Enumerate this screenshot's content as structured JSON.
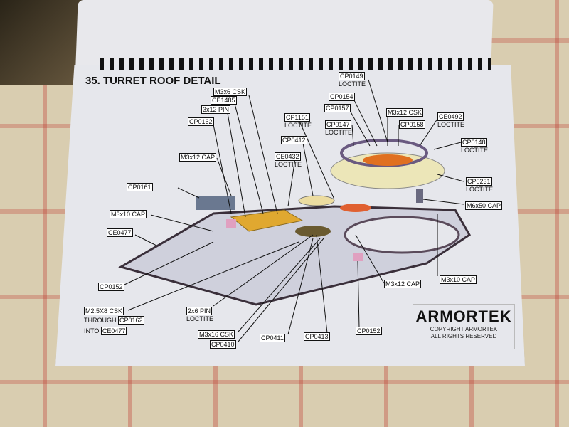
{
  "page": {
    "title": "35. TURRET ROOF DETAIL",
    "labels": {
      "m3x6_csk": "M3x6 CSK",
      "ce1485": "CE1485",
      "pin_3x12": "3x12 PIN",
      "cp0162": "CP0162",
      "m3x12_cap_left": "M3x12 CAP",
      "cp0161": "CP0161",
      "m3x10_cap_left": "M3x10 CAP",
      "ce0477": "CE0477",
      "cp0152_left": "CP0152",
      "m25x8_csk": "M2.5X8 CSK",
      "through": "THROUGH",
      "through_part": "CP0162",
      "into": "INTO",
      "into_part": "CE0477",
      "pin_2x6": "2x6 PIN",
      "pin_2x6_note": "LOCTITE",
      "m3x16_csk": "M3x16 CSK",
      "cp0410": "CP0410",
      "cp0411": "CP0411",
      "cp0413": "CP0413",
      "cp0152_right": "CP0152",
      "m3x12_cap_right": "M3x12 CAP",
      "m3x10_cap_right": "M3x10 CAP",
      "m6x50_cap": "M6x50 CAP",
      "cp0231": "CP0231",
      "cp0231_note": "LOCTITE",
      "cp0148": "CP0148",
      "cp0148_note": "LOCTITE",
      "ce0492": "CE0492",
      "ce0492_note": "LOCTITE",
      "cp0158": "CP0158",
      "m3x12_csk": "M3x12 CSK",
      "cp0149": "CP0149",
      "cp0149_note": "LOCTITE",
      "cp0154": "CP0154",
      "cp0157": "CP0157",
      "cp0147": "CP0147",
      "cp0147_note": "LOCTITE",
      "cp1151": "CP1151",
      "cp1151_note": "LOCTITE",
      "cp0412": "CP0412",
      "ce0432": "CE0432",
      "ce0432_note": "LOCTITE"
    },
    "brand": {
      "logo": "ARMORTEK",
      "copyright_line1": "COPYRIGHT ARMORTEK",
      "copyright_line2": "ALL RIGHTS RESERVED"
    }
  }
}
